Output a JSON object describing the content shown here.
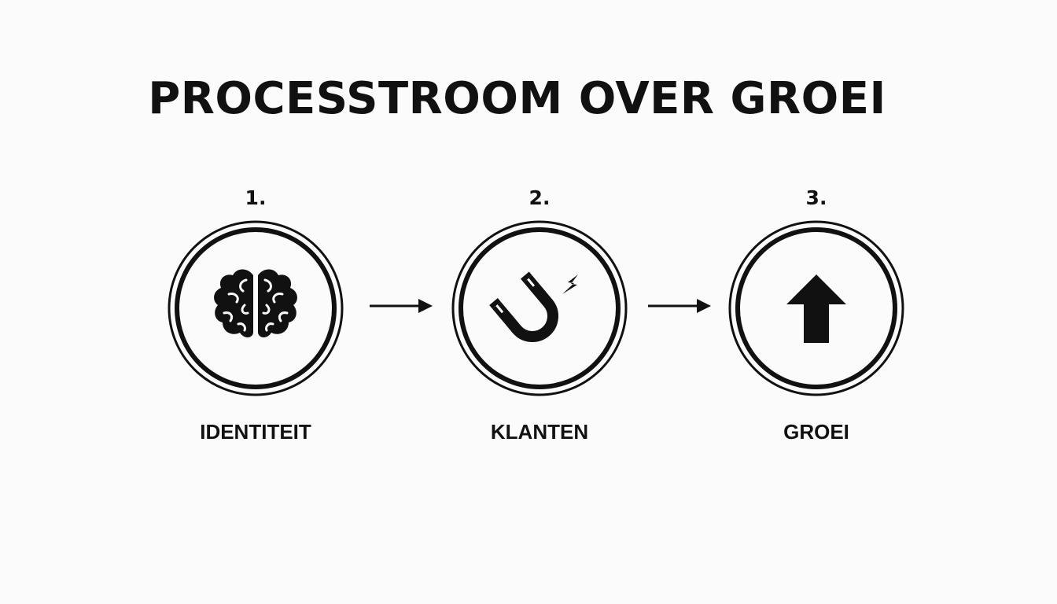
{
  "title": "PROCESSTROOM OVER GROEI",
  "steps": [
    {
      "number": "1.",
      "label": "IDENTITEIT",
      "icon": "brain-icon"
    },
    {
      "number": "2.",
      "label": "KLANTEN",
      "icon": "magnet-icon"
    },
    {
      "number": "3.",
      "label": "GROEI",
      "icon": "arrow-up-icon"
    }
  ],
  "connector_icon": "arrow-right-icon",
  "colors": {
    "background": "#fbfbfb",
    "ink": "#111111"
  }
}
